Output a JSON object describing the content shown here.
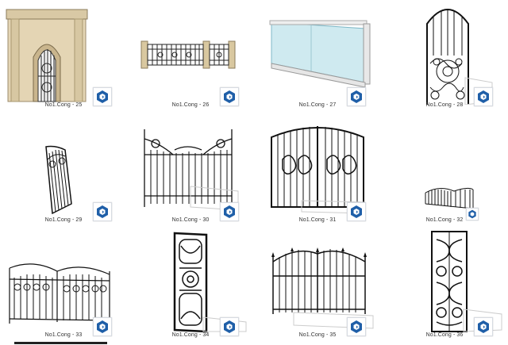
{
  "files": [
    {
      "label": "No1.Cong - 25",
      "icon": "sketchup-icon"
    },
    {
      "label": "No1.Cong - 26",
      "icon": "sketchup-icon"
    },
    {
      "label": "No1.Cong - 27",
      "icon": "sketchup-icon"
    },
    {
      "label": "No1.Cong - 28",
      "icon": "sketchup-icon"
    },
    {
      "label": "No1.Cong - 29",
      "icon": "sketchup-icon"
    },
    {
      "label": "No1.Cong - 30",
      "icon": "sketchup-icon"
    },
    {
      "label": "No1.Cong - 31",
      "icon": "sketchup-icon"
    },
    {
      "label": "No1.Cong - 32",
      "icon": "sketchup-icon"
    },
    {
      "label": "No1.Cong - 33",
      "icon": "sketchup-icon"
    },
    {
      "label": "No1.Cong - 34",
      "icon": "sketchup-icon"
    },
    {
      "label": "No1.Cong - 35",
      "icon": "sketchup-icon"
    },
    {
      "label": "No1.Cong - 36",
      "icon": "sketchup-icon"
    }
  ],
  "colors": {
    "sketchup_blue": "#1f5fa8",
    "label_text": "#333333",
    "iron": "#1b1b1b"
  }
}
